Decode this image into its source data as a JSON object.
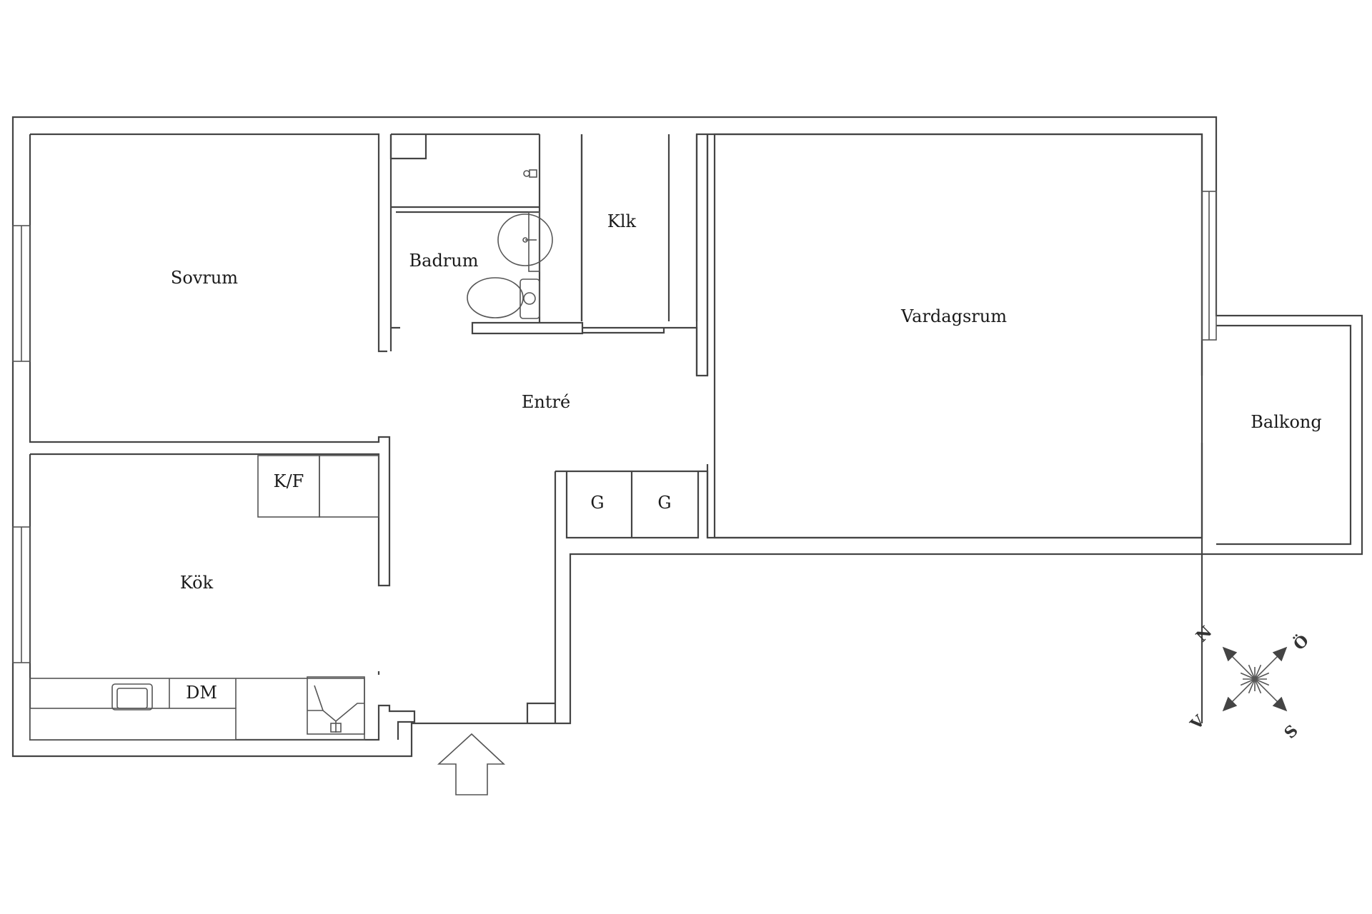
{
  "rooms": {
    "sovrum": "Sovrum",
    "badrum": "Badrum",
    "klk": "Klk",
    "vardagsrum": "Vardagsrum",
    "entre": "Entré",
    "balkong": "Balkong",
    "kok": "Kök"
  },
  "fixtures": {
    "kf": "K/F",
    "dm": "DM",
    "g1": "G",
    "g2": "G"
  },
  "compass": {
    "n": "N",
    "o": "Ö",
    "s": "S",
    "v": "V"
  }
}
